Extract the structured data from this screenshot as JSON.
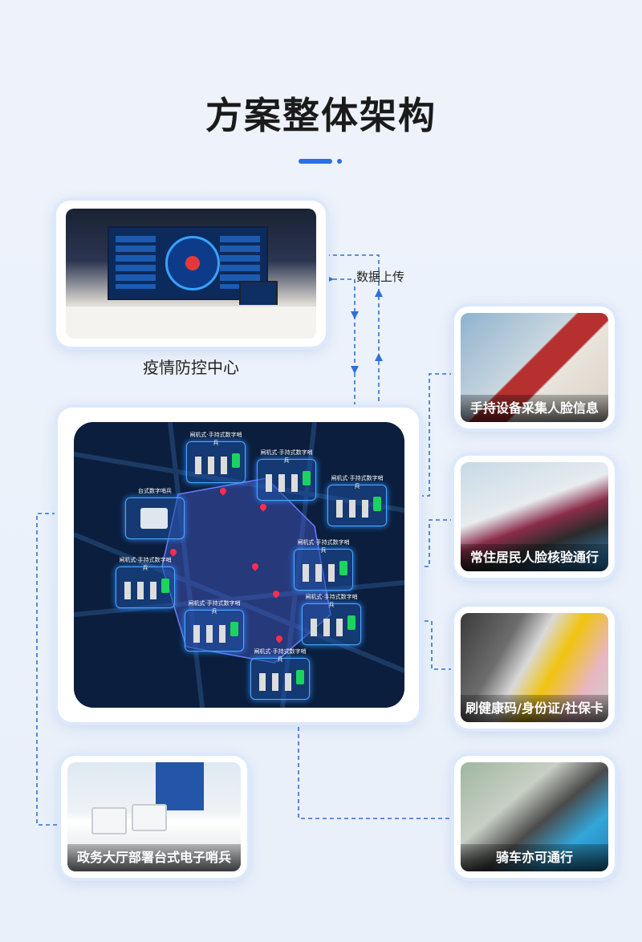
{
  "title": "方案整体架构",
  "center": {
    "label": "疫情防控中心"
  },
  "upload_label": "数据上传",
  "map": {
    "node_labels": [
      "闸机式·手持式数字哨兵",
      "闸机式·手持式数字哨兵",
      "闸机式·手持式数字哨兵",
      "台式数字哨兵",
      "闸机式·手持式数字哨兵",
      "闸机式·手持式数字哨兵",
      "闸机式·手持式数字哨兵",
      "闸机式·手持式数字哨兵",
      "闸机式·手持式数字哨兵"
    ]
  },
  "cards": {
    "handheld": "手持设备采集人脸信息",
    "resident": "常住居民人脸核验通行",
    "swipe": "刷健康码/身份证/社保卡等",
    "desktop": "政务大厅部署台式电子哨兵",
    "ride": "骑车亦可通行"
  },
  "colors": {
    "accent": "#2c6fe6",
    "line": "#2f6fd8",
    "map_bg": "#0b1e3d"
  }
}
